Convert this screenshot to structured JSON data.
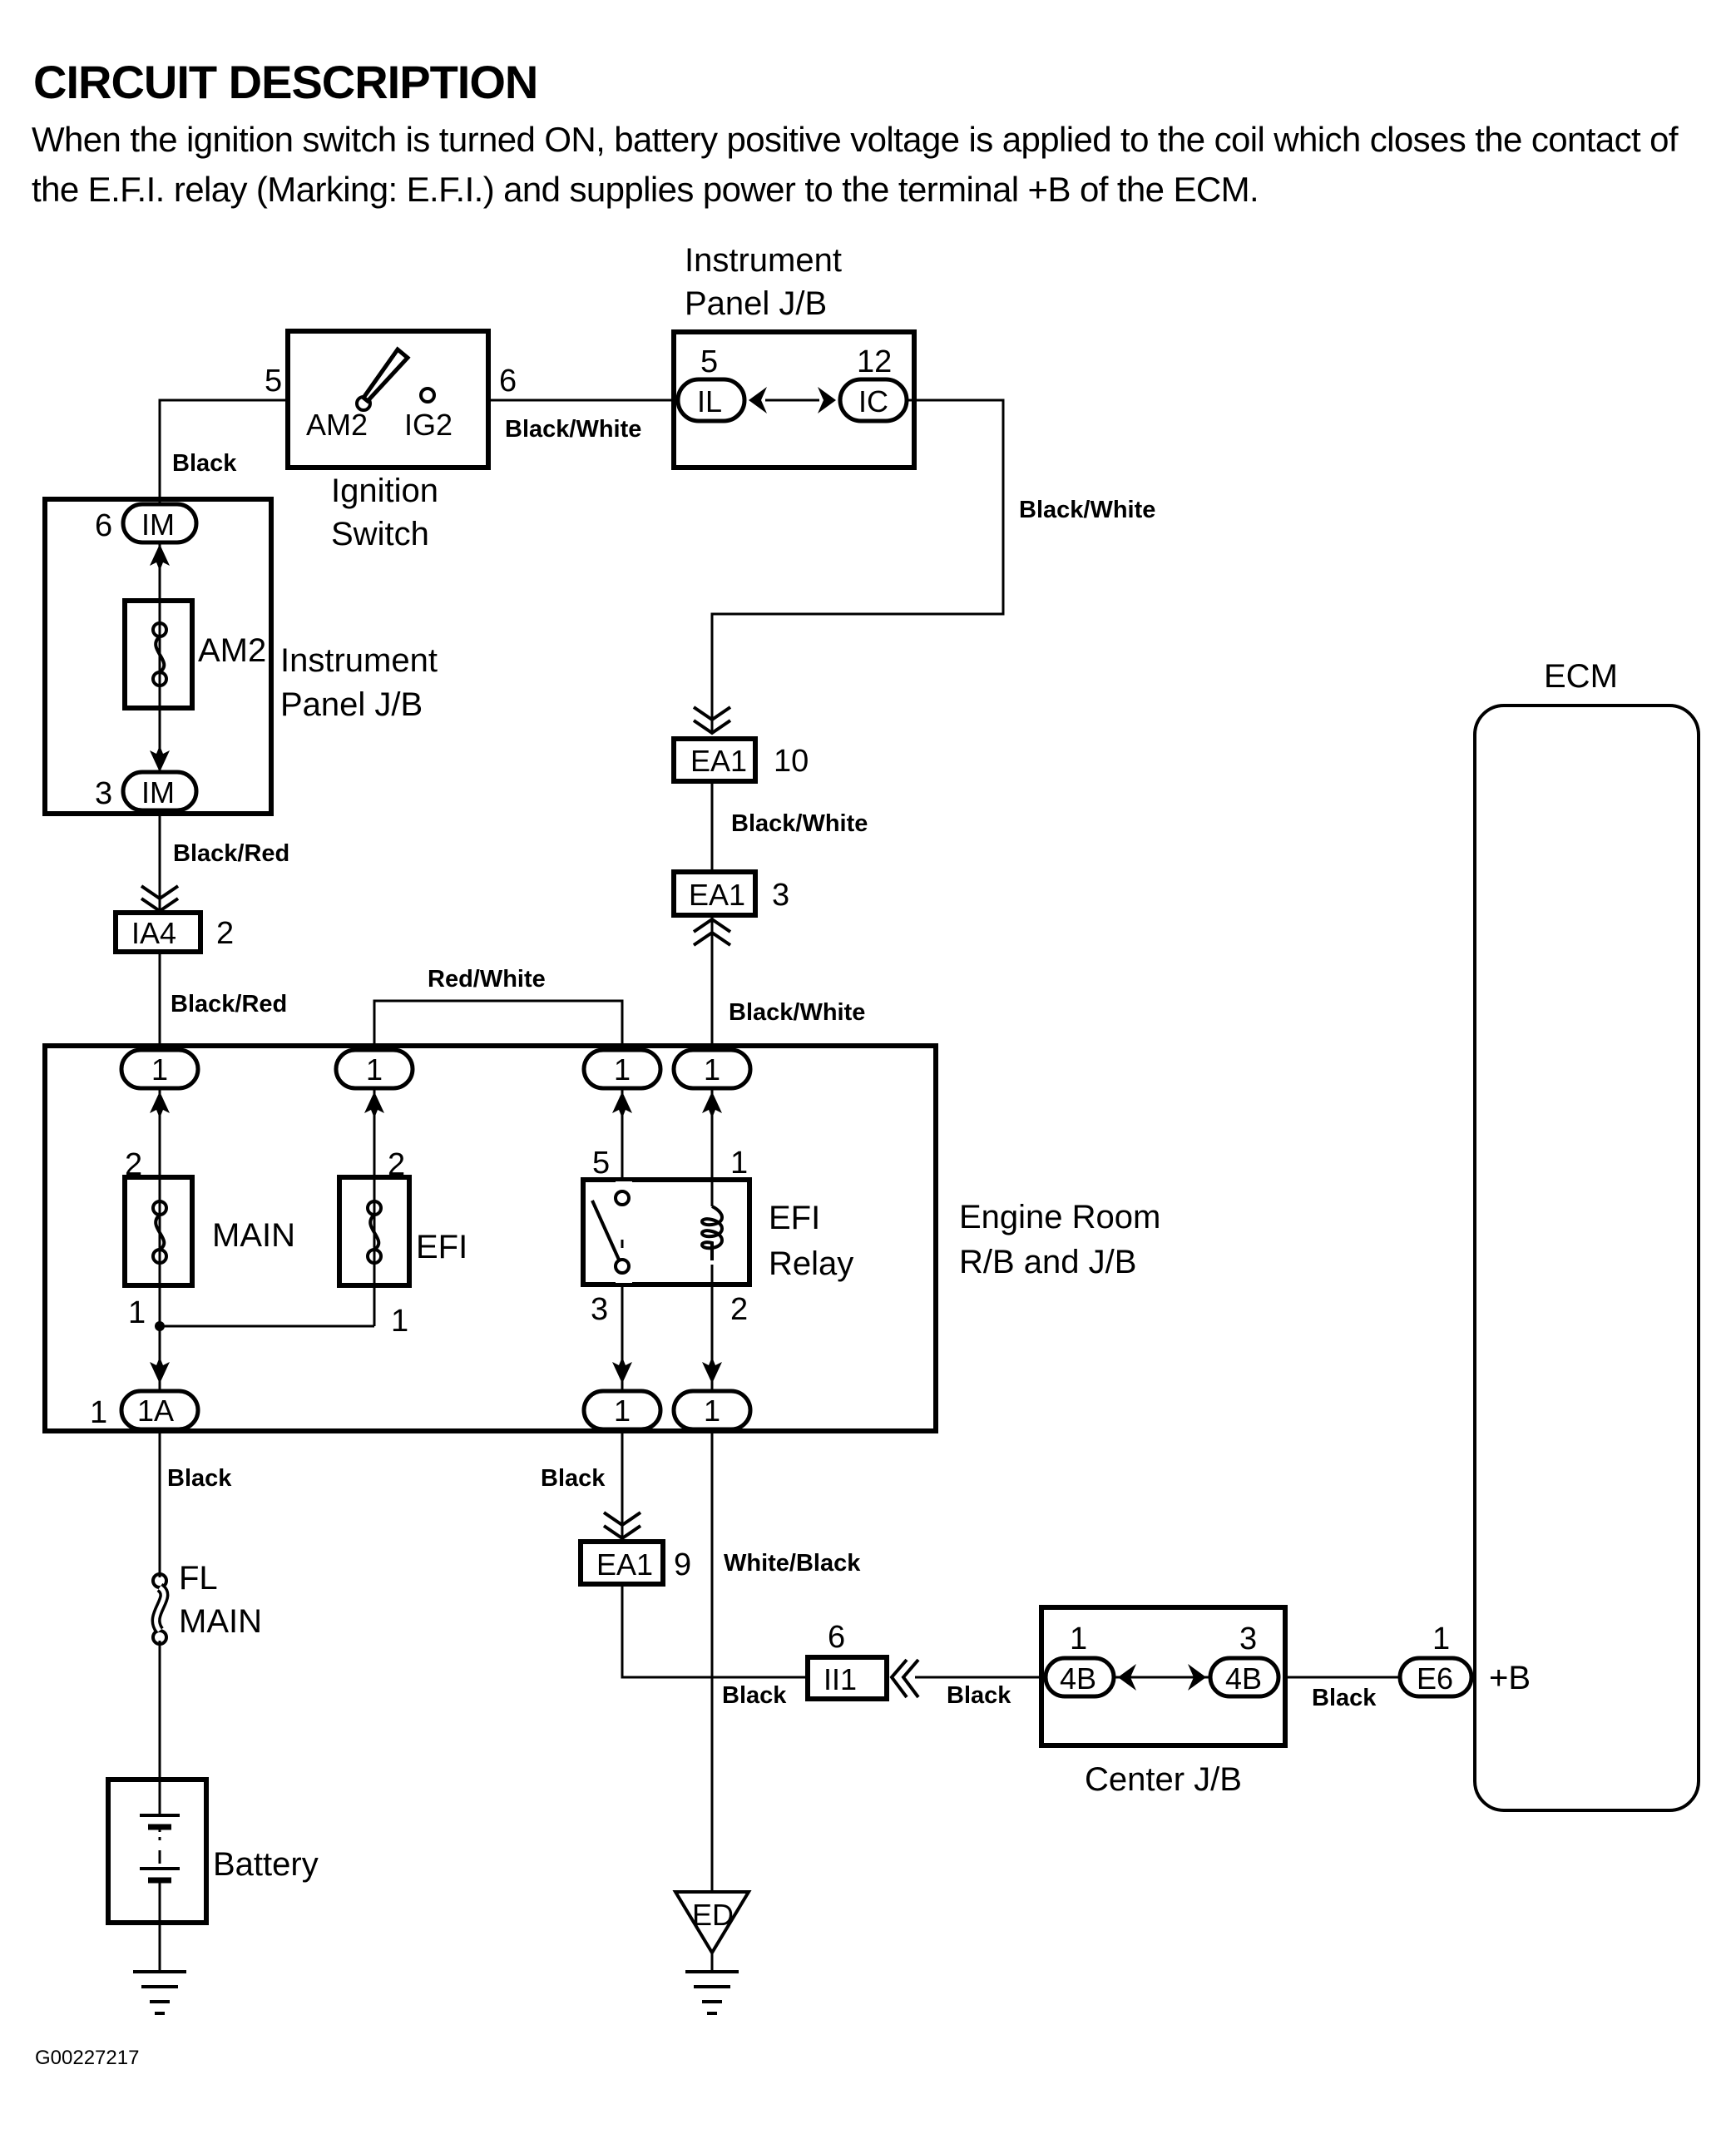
{
  "heading": "CIRCUIT DESCRIPTION",
  "description": "When the ignition switch is turned ON, battery positive voltage is applied to the coil which closes the contact of the E.F.I. relay (Marking: E.F.I.) and supplies power to the terminal +B of the ECM.",
  "figure_code": "G00227217",
  "components": {
    "ignition_switch": {
      "label_line1": "Ignition",
      "label_line2": "Switch",
      "pin_in": "5",
      "pin_out": "6",
      "contact_a": "AM2",
      "contact_b": "IG2"
    },
    "ip_jb_top": {
      "label_line1": "Instrument",
      "label_line2": "Panel J/B",
      "left_pin": "5",
      "left_conn": "IL",
      "right_pin": "12",
      "right_conn": "IC"
    },
    "ip_jb_left": {
      "label_line1": "Instrument",
      "label_line2": "Panel J/B",
      "fuse": "AM2",
      "top_pin": "6",
      "top_conn": "IM",
      "bottom_pin": "3",
      "bottom_conn": "IM"
    },
    "engine_room": {
      "label_line1": "Engine Room",
      "label_line2": "R/B and J/B",
      "main_fuse": "MAIN",
      "efi_fuse": "EFI",
      "relay_line1": "EFI",
      "relay_line2": "Relay",
      "top_conn": "1",
      "bottom_conn_1a": "1A",
      "bottom_pin_1a": "1",
      "main_pin_top": "2",
      "main_pin_bottom": "1",
      "efi_pin_top": "2",
      "efi_pin_bottom": "1",
      "relay_pin_5": "5",
      "relay_pin_3": "3",
      "relay_pin_1": "1",
      "relay_pin_2": "2"
    },
    "center_jb": {
      "label": "Center J/B",
      "left_pin": "1",
      "left_conn": "4B",
      "right_pin": "3",
      "right_conn": "4B"
    },
    "ecm": {
      "label": "ECM",
      "pin": "1",
      "conn": "E6",
      "terminal": "+B"
    },
    "fl_main": {
      "line1": "FL",
      "line2": "MAIN"
    },
    "battery": {
      "label": "Battery"
    },
    "ground_ed": {
      "label": "ED"
    }
  },
  "connectors": {
    "ia4": {
      "name": "IA4",
      "pin": "2"
    },
    "ea1_10": {
      "name": "EA1",
      "pin": "10"
    },
    "ea1_3": {
      "name": "EA1",
      "pin": "3"
    },
    "ea1_9": {
      "name": "EA1",
      "pin": "9"
    },
    "ii1": {
      "name": "II1",
      "pin": "6"
    }
  },
  "wires": {
    "sw_to_im": "Black",
    "sw_to_il": "Black/White",
    "ic_down": "Black/White",
    "im_to_ia4": "Black/Red",
    "ia4_to_er": "Black/Red",
    "red_white": "Red/White",
    "ea1_between": "Black/White",
    "ea1_to_er": "Black/White",
    "er_to_fl": "Black",
    "er_to_ea1_9": "Black",
    "white_black": "White/Black",
    "ea1_to_ii1": "Black",
    "ii1_to_cjb": "Black",
    "cjb_to_ecm": "Black"
  }
}
